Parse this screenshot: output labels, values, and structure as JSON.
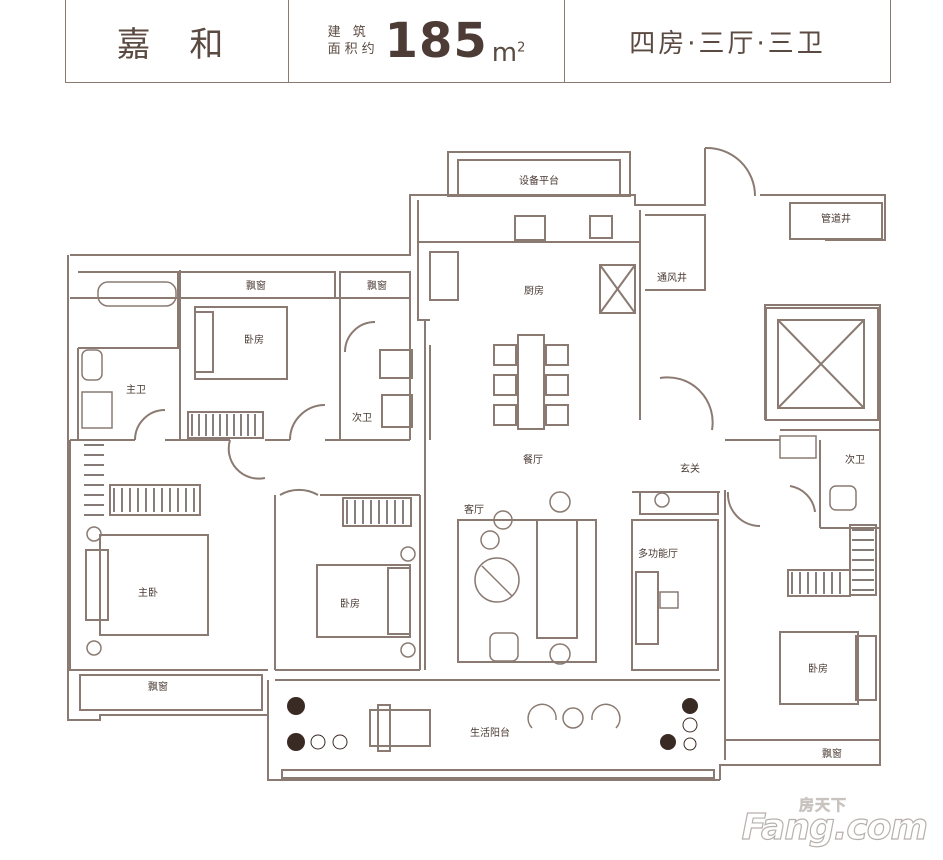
{
  "header": {
    "name": "嘉 和",
    "area_label_line1": "建 筑",
    "area_label_line2": "面积约",
    "area_value": "185",
    "area_unit": "m",
    "area_unit_sup": "2",
    "layout": "四房·三厅·三卫"
  },
  "rooms": {
    "equipment_platform": "设备平台",
    "kitchen": "厨房",
    "vent_shaft": "通风井",
    "pipe_shaft": "管道井",
    "bay_window_1": "飘窗",
    "bay_window_2": "飘窗",
    "bedroom_1": "卧房",
    "master_bath": "主卫",
    "second_bath_1": "次卫",
    "dining": "餐厅",
    "foyer": "玄关",
    "second_bath_2": "次卫",
    "living": "客厅",
    "multi_hall": "多功能厅",
    "master_bedroom": "主卧",
    "bedroom_2": "卧房",
    "bedroom_3": "卧房",
    "bay_window_3": "飘窗",
    "balcony": "生活阳台",
    "bay_window_4": "飘窗"
  },
  "watermark": {
    "line1": "房天下",
    "line2": "Fang.com"
  },
  "colors": {
    "wall": "#8a7a72",
    "text": "#4a3a33",
    "accent_dark": "#3a2a24"
  }
}
